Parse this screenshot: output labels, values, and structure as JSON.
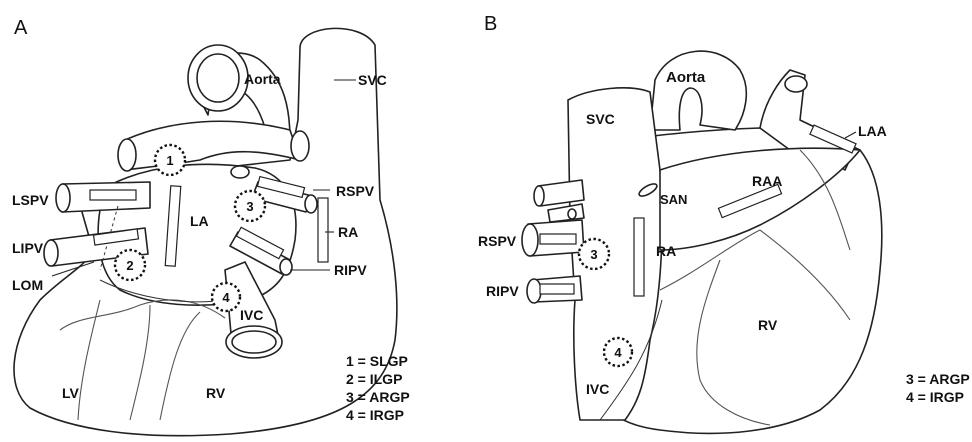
{
  "panel_a": {
    "letter": "A",
    "labels": {
      "aorta": "Aorta",
      "svc": "SVC",
      "lspv": "LSPV",
      "lipv": "LIPV",
      "lom": "LOM",
      "la": "LA",
      "rspv": "RSPV",
      "ra": "RA",
      "ripv": "RIPV",
      "ivc": "IVC",
      "lv": "LV",
      "rv": "RV"
    },
    "gp_markers": [
      "1",
      "2",
      "3",
      "4"
    ],
    "legend": [
      "1 = SLGP",
      "2 = ILGP",
      "3 = ARGP",
      "4 = IRGP"
    ]
  },
  "panel_b": {
    "letter": "B",
    "labels": {
      "aorta": "Aorta",
      "svc": "SVC",
      "laa": "LAA",
      "san": "SAN",
      "raa": "RAA",
      "rspv": "RSPV",
      "ra": "RA",
      "ripv": "RIPV",
      "rv": "RV",
      "ivc": "IVC"
    },
    "gp_markers": [
      "3",
      "4"
    ],
    "legend": [
      "3 = ARGP",
      "4 = IRGP"
    ]
  },
  "colors": {
    "line": "#222222",
    "background": "#ffffff"
  }
}
